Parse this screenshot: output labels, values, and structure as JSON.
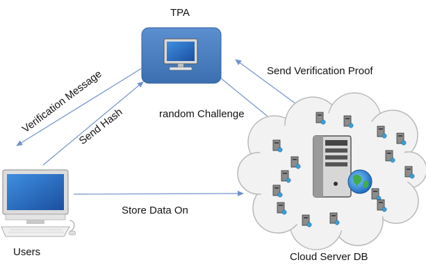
{
  "nodes": {
    "tpa": {
      "label": "TPA",
      "icon": "monitor-icon"
    },
    "users": {
      "label": "Users",
      "icon": "desktop-computer-icon"
    },
    "cloud": {
      "label": "Cloud Server DB",
      "icon": "cloud-server-icon"
    }
  },
  "edges": {
    "verification_message": "Verification Message",
    "send_hash": "Send Hash",
    "random_challenge": "random Challenge",
    "send_verification_proof": "Send Verification Proof",
    "store_data_on": "Store Data On"
  },
  "colors": {
    "tpa_box": "#4a7fc1",
    "arrow": "#6f93c9",
    "cloud_fill": "#f2f2f2",
    "cloud_stroke": "#b8b8b8"
  }
}
